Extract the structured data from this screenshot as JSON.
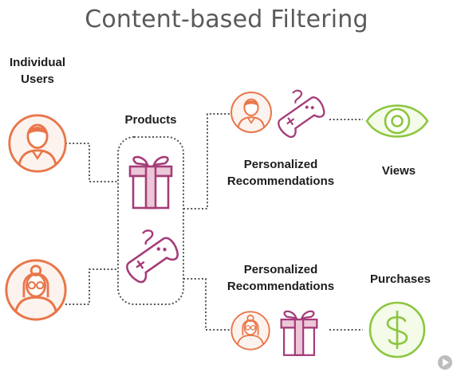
{
  "title": "Content-based Filtering",
  "labels": {
    "individual_users": [
      "Individual",
      "Users"
    ],
    "products": "Products",
    "personalized_top": [
      "Personalized",
      "Recommendations"
    ],
    "views": "Views",
    "personalized_bottom": [
      "Personalized",
      "Recommendations"
    ],
    "purchases": "Purchases"
  },
  "icons": {
    "user_male": "male-user-icon",
    "user_female": "female-user-icon",
    "products_gift": "gift-box-icon",
    "products_gamepad": "gamepad-icon",
    "rec_top_user": "male-user-icon",
    "rec_top_item": "gamepad-icon",
    "rec_bottom_user": "female-user-icon",
    "rec_bottom_item": "gift-box-icon",
    "views": "eye-icon",
    "purchases": "dollar-icon",
    "watermark": "play-logo-icon"
  },
  "colors": {
    "users": "#e8764a",
    "products": "#a53c79",
    "products_fill": "#ecc7d8",
    "views_purchases": "#8cc63f",
    "connector": "#555555",
    "title": "#5a5a5a"
  }
}
